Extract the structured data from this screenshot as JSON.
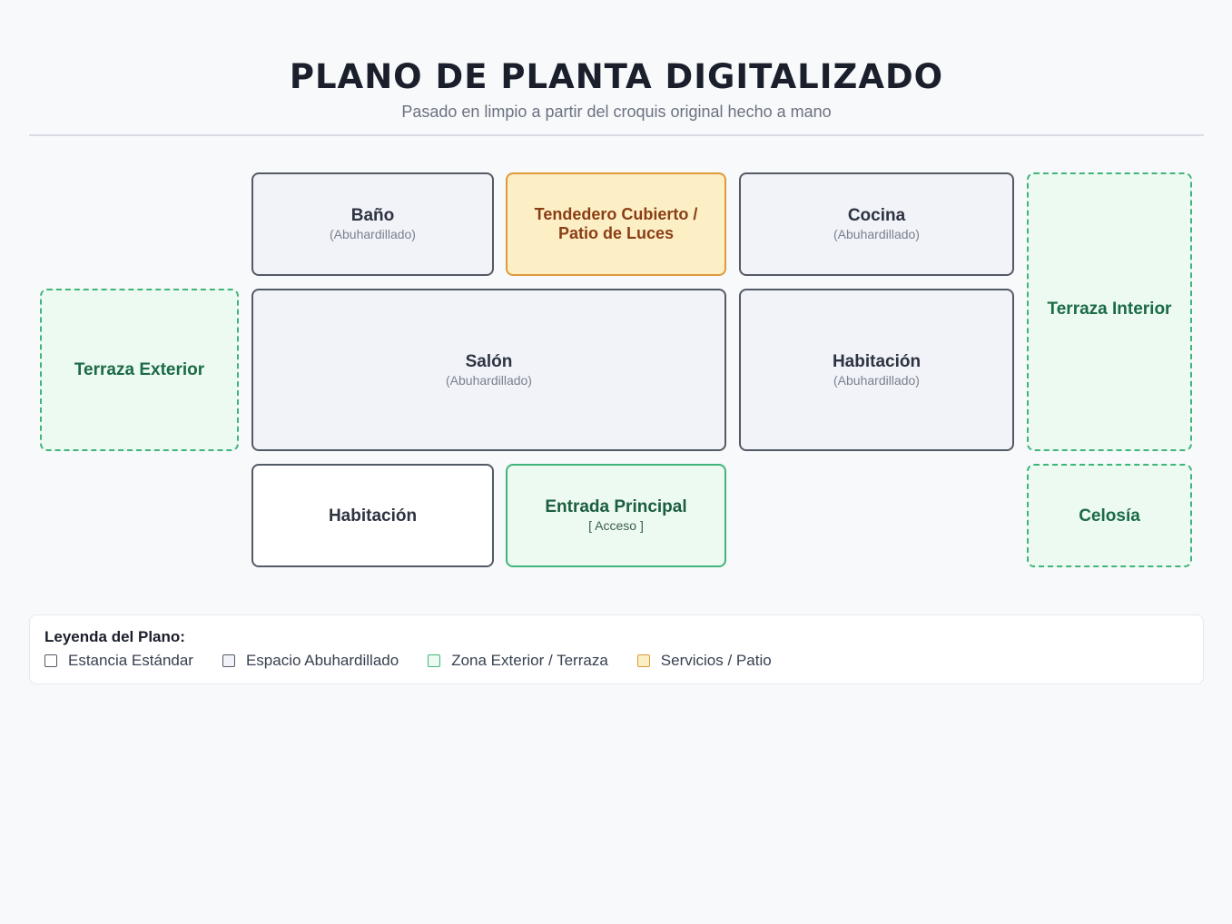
{
  "header": {
    "title": "PLANO DE PLANTA DIGITALIZADO",
    "subtitle": "Pasado en limpio a partir del croquis original hecho a mano"
  },
  "rooms": {
    "bano": {
      "name": "Baño",
      "note": "(Abuhardillado)"
    },
    "tendedero": {
      "name_line1": "Tendedero Cubierto /",
      "name_line2": "Patio de Luces"
    },
    "cocina": {
      "name": "Cocina",
      "note": "(Abuhardillado)"
    },
    "terraza_exterior": {
      "name": "Terraza Exterior"
    },
    "salon": {
      "name": "Salón",
      "note": "(Abuhardillado)"
    },
    "habitacion_1": {
      "name": "Habitación",
      "note": "(Abuhardillado)"
    },
    "terraza_interior": {
      "name": "Terraza Interior"
    },
    "habitacion_2": {
      "name": "Habitación"
    },
    "entrada": {
      "name": "Entrada Principal",
      "note": "[ Acceso ]"
    },
    "celosia": {
      "name": "Celosía"
    }
  },
  "legend": {
    "title": "Leyenda del Plano:",
    "items": [
      {
        "label": "Estancia Estándar",
        "fill": "#ffffff",
        "border": "#535a66"
      },
      {
        "label": "Espacio Abuhardillado",
        "fill": "#f1f3f8",
        "border": "#535a66"
      },
      {
        "label": "Zona Exterior / Terraza",
        "fill": "#edfaf2",
        "border": "#3fb57a"
      },
      {
        "label": "Servicios / Patio",
        "fill": "#fdefc5",
        "border": "#de9a3c"
      }
    ]
  }
}
